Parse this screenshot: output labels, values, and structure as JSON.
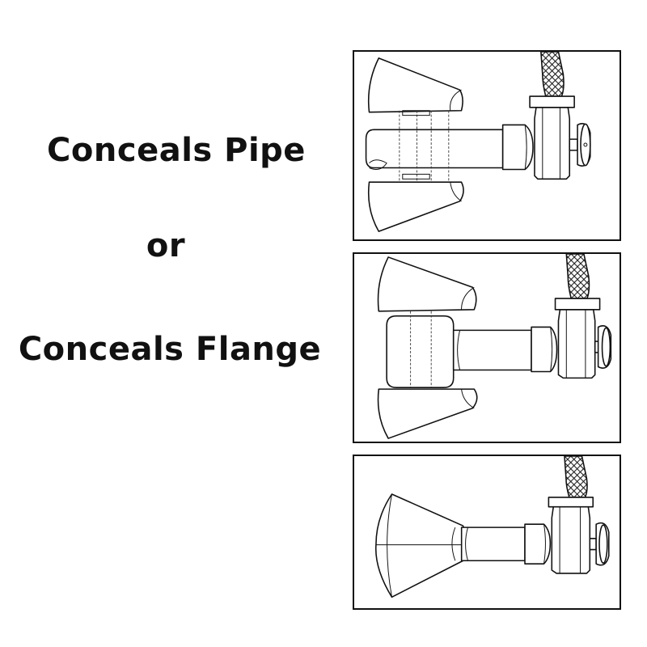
{
  "headline": {
    "line1": "Conceals Pipe",
    "line2": "or",
    "line3": "Conceals Flange"
  },
  "panels": [
    {
      "view": "split-escutcheon-separated-over-pipe"
    },
    {
      "view": "split-escutcheon-separated-over-flange"
    },
    {
      "view": "escutcheon-assembled"
    }
  ],
  "colors": {
    "ink": "#111111",
    "background": "#ffffff"
  },
  "icons": [
    "braided-hose-icon",
    "angle-stop-valve-icon",
    "handle-knob-icon",
    "escutcheon-icon",
    "pipe-icon"
  ]
}
